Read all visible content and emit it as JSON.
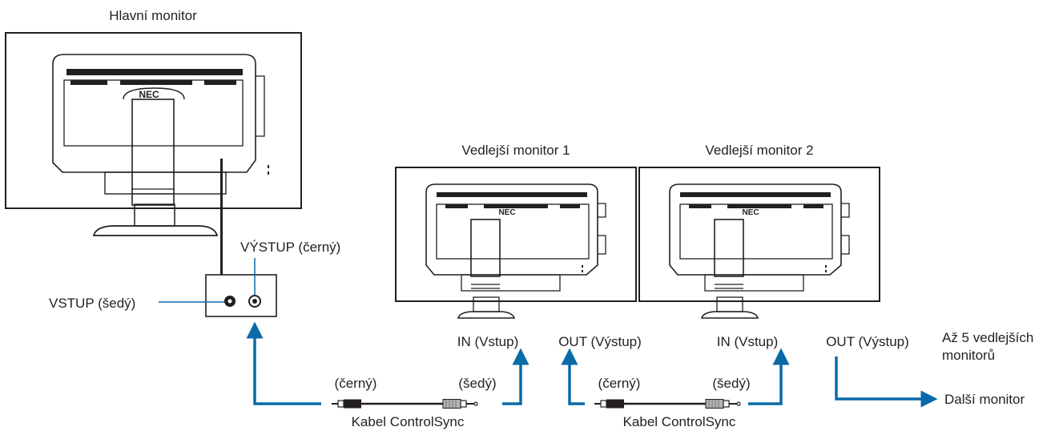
{
  "labels": {
    "main_monitor": "Hlavní monitor",
    "sub_monitor_1": "Vedlejší monitor 1",
    "sub_monitor_2": "Vedlejší monitor 2",
    "output_black": "VÝSTUP (černý)",
    "input_gray": "VSTUP (šedý)",
    "in_1": "IN (Vstup)",
    "out_1": "OUT (Výstup)",
    "in_2": "IN (Vstup)",
    "out_2": "OUT (Výstup)",
    "up_to_5_line1": "Až 5 vedlejších",
    "up_to_5_line2": "monitorů",
    "next_monitor": "Další monitor",
    "cable_1_black": "(černý)",
    "cable_1_gray": "(šedý)",
    "cable_1_name": "Kabel ControlSync",
    "cable_2_black": "(černý)",
    "cable_2_gray": "(šedý)",
    "cable_2_name": "Kabel ControlSync",
    "brand": "NEC"
  },
  "colors": {
    "connection_line": "#0a6aa8",
    "outline": "#231f20"
  }
}
